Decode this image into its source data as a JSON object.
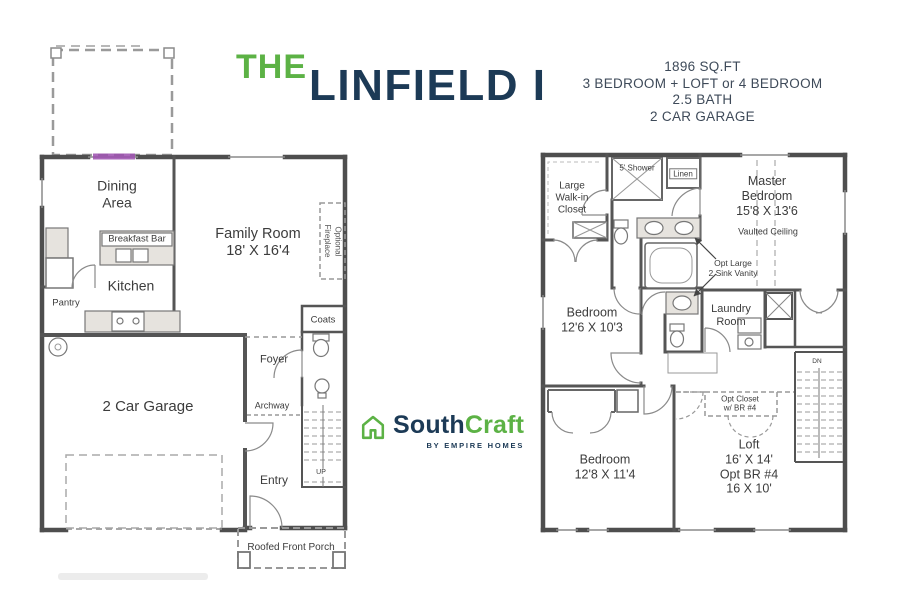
{
  "header": {
    "title_prefix": "THE",
    "title_name": "LINFIELD I",
    "specs": [
      "1896 SQ.FT",
      "3 BEDROOM + LOFT or 4 BEDROOM",
      "2.5 BATH",
      "2 CAR GARAGE"
    ]
  },
  "logo": {
    "name_primary": "South",
    "name_secondary": "Craft",
    "tagline": "BY EMPIRE HOMES",
    "icon": "house-outline-icon"
  },
  "colors": {
    "brand_green": "#5cb245",
    "brand_navy": "#1c3a56",
    "wall_gray": "#4e4e4e",
    "highlight_magenta": "#9b4dae"
  },
  "first_floor": {
    "dining": "Dining\nArea",
    "breakfast_bar": "Breakfast Bar",
    "kitchen": "Kitchen",
    "pantry": "Pantry",
    "family_room": "Family Room\n18' X 16'4",
    "optional_fireplace": "Optional\nFireplace",
    "coats": "Coats",
    "foyer": "Foyer",
    "archway": "Archway",
    "garage": "2 Car Garage",
    "entry": "Entry",
    "stairs_up": "UP",
    "porch": "Roofed Front Porch"
  },
  "second_floor": {
    "walk_in_closet": "Large\nWalk-in\nCloset",
    "shower": "5' Shower",
    "linen": "Linen",
    "master_bedroom": "Master\nBedroom\n15'8 X 13'6",
    "vaulted_ceiling": "Vaulted Ceiling",
    "opt_vanity": "Opt Large\n2 Sink Vanity",
    "bedroom_1": "Bedroom\n12'6 X 10'3",
    "laundry": "Laundry\nRoom",
    "bedroom_2": "Bedroom\n12'8 X 11'4",
    "opt_closet": "Opt Closet\nw/ BR #4",
    "loft": "Loft\n16' X 14'\nOpt BR #4\n16 X 10'",
    "stairs_dn": "DN"
  }
}
